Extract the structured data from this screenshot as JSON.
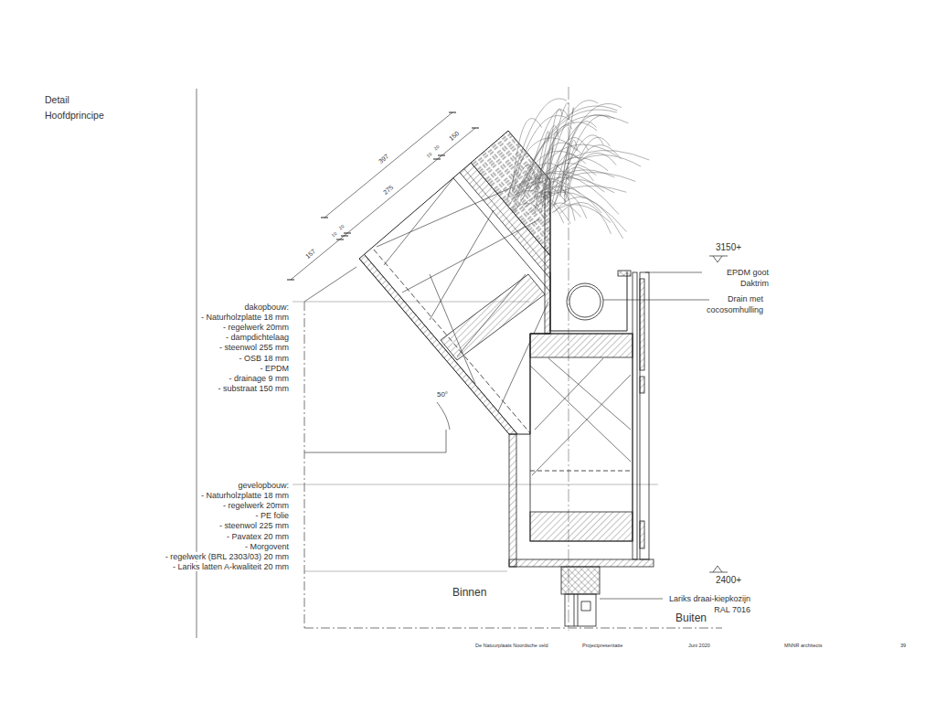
{
  "diagram": {
    "labels": [
      "Detail",
      "Hoofdprincipe",
      "397",
      "150",
      "10",
      "20",
      "275",
      "10",
      "20",
      "157",
      "dakopbouw:",
      "- Naturholzplatte 18 mm",
      "- regelwerk 20mm",
      "- dampdichtelaag",
      "- steenwol 255 mm",
      "- OSB 18 mm",
      "- EPDM",
      "- drainage 9 mm",
      "- substraat 150 mm",
      "50°",
      "gevelopbouw:",
      "- Naturholzplatte 18 mm",
      "- regelwerk 20mm",
      "- PE folie",
      "- steenwol 225 mm",
      "- Pavatex 20 mm",
      "- Morgovent",
      "- regelwerk (BRL 2303/03) 20 mm",
      "- Lariks latten A-kwaliteit 20 mm",
      "3150+",
      "EPDM goot",
      "Daktrim",
      "Drain met",
      "cocosomhulling",
      "2400+",
      "Lariks draai-kiepkozijn",
      "RAL 7016",
      "Binnen",
      "Buiten",
      "De Natuurplaats Noordsche veld",
      "Projectpresentatie",
      "Juni 2020",
      "MNNR architects",
      "39"
    ]
  }
}
